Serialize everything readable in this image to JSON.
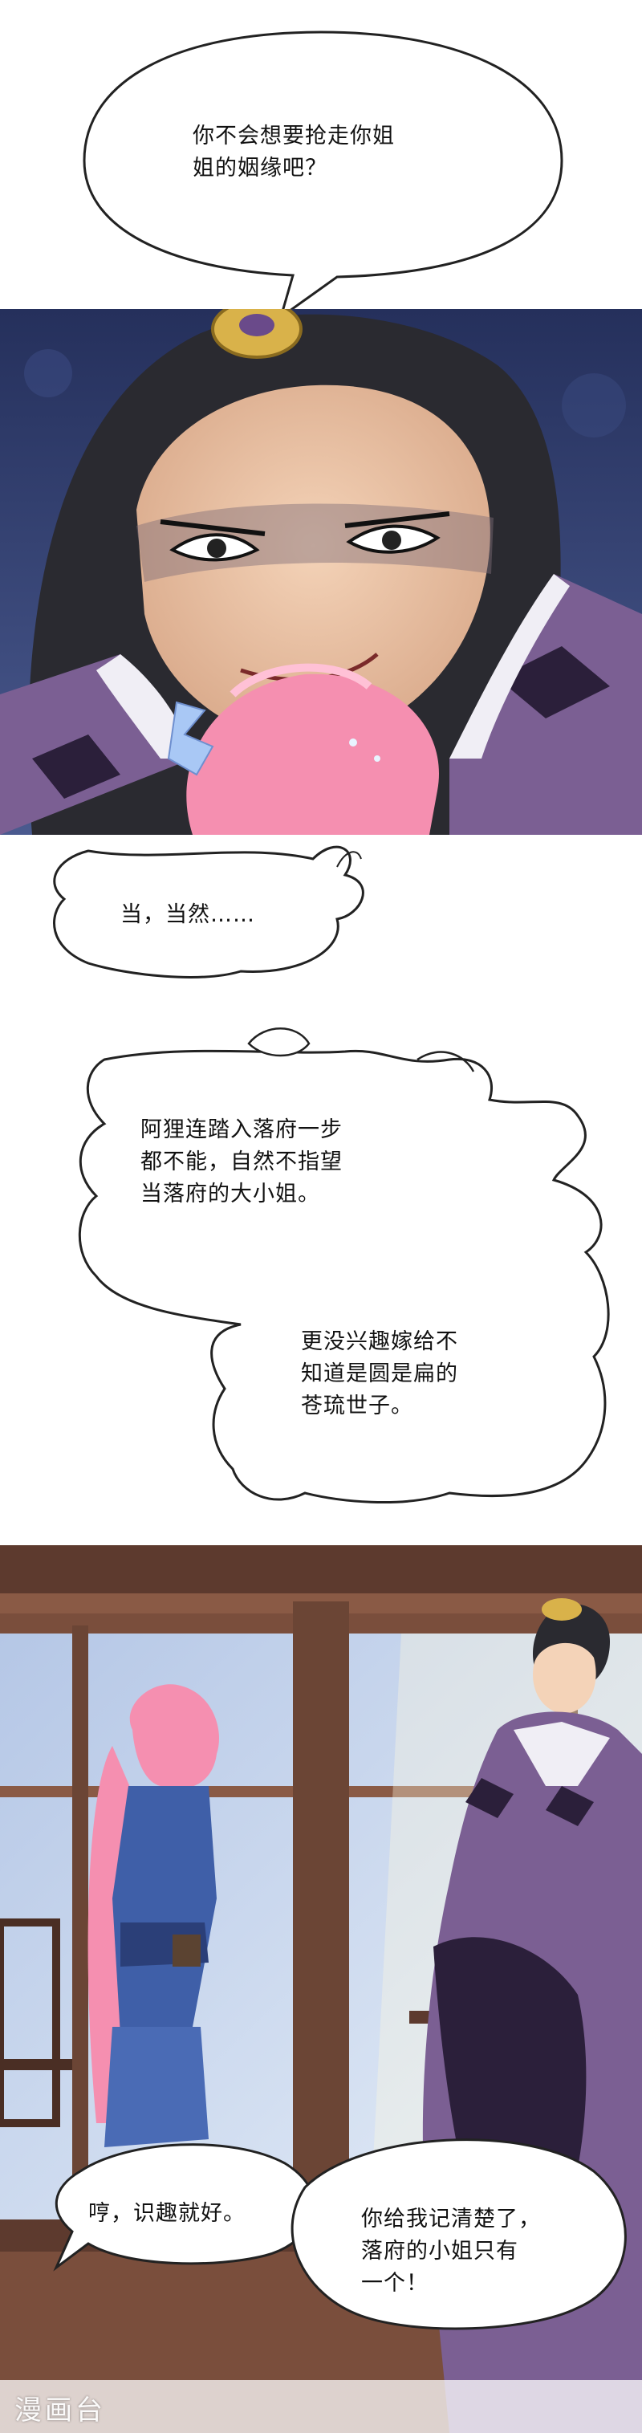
{
  "bubbles": {
    "top": "你不会想要抢走你姐\n姐的姻缘吧？",
    "stammer": "当，当然……",
    "thought1": "阿狸连踏入落府一步\n都不能，自然不指望\n当落府的大小姐。",
    "thought2": "更没兴趣嫁给不\n知道是圆是扁的\n苍琉世子。",
    "humph": "哼，识趣就好。",
    "remember": "你给我记清楚了，\n落府的小姐只有\n一个！"
  },
  "watermark": "漫画台",
  "colors": {
    "panel1_bg": "#2f3d6e",
    "robe_purple": "#7b5f93",
    "hair_pink": "#f58fb0",
    "wood": "#7a4e3c",
    "window_sky": "#c9d8ee"
  }
}
